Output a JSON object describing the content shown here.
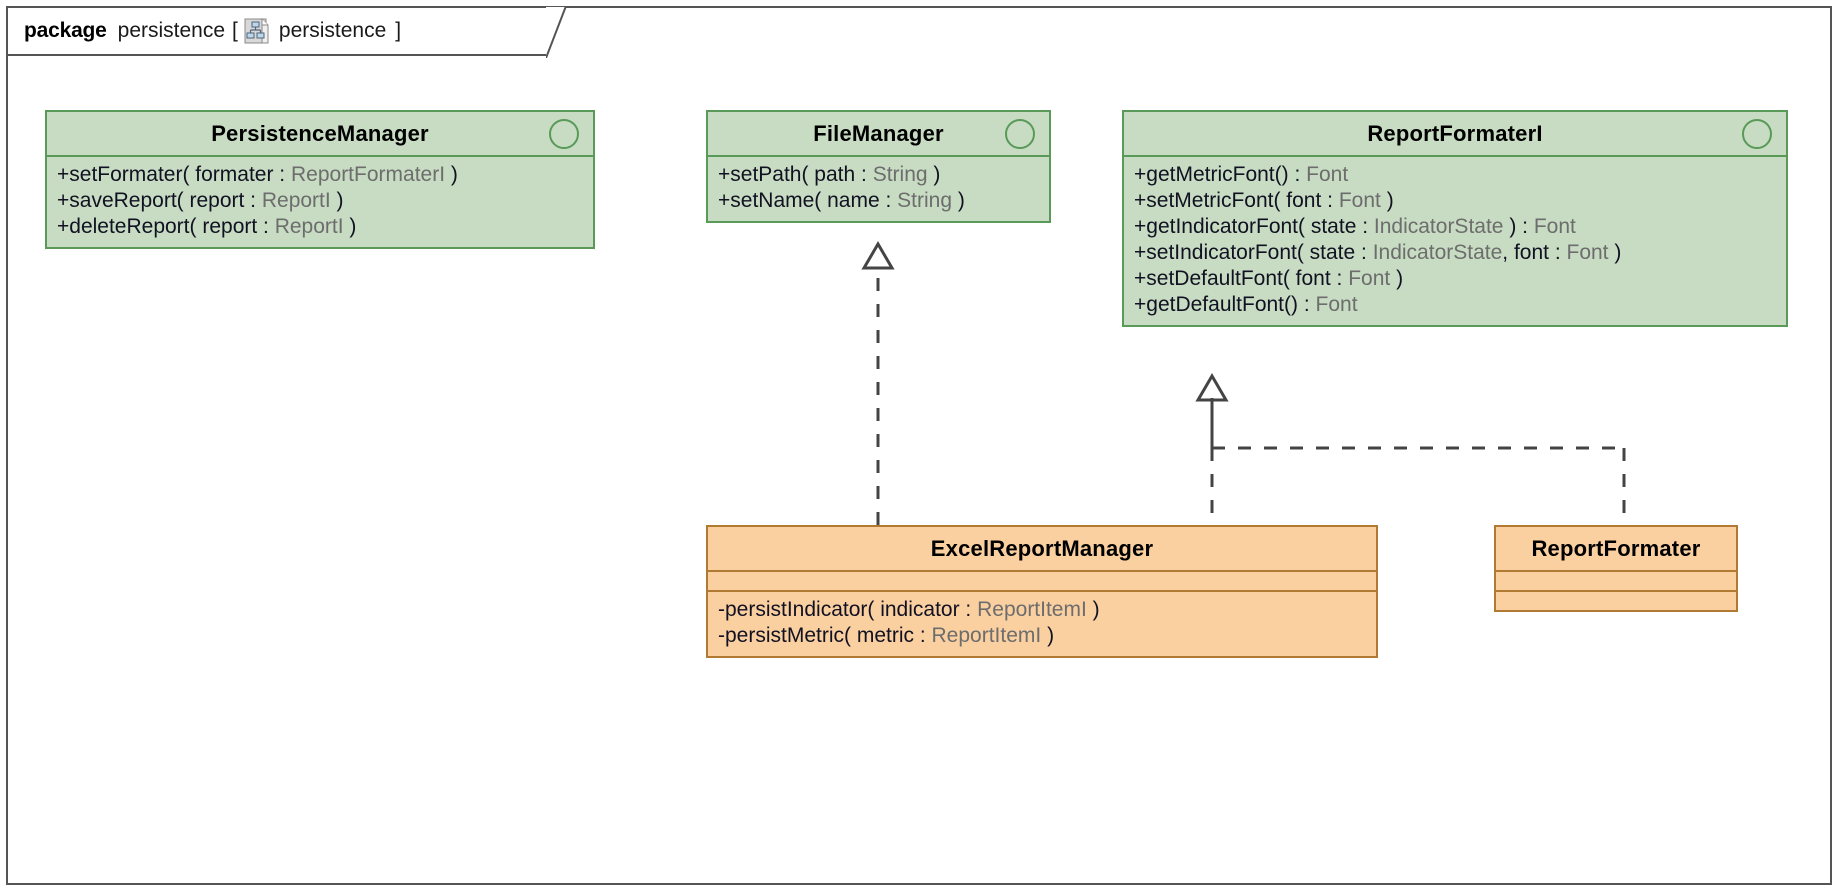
{
  "diagram": {
    "type": "uml-class-diagram",
    "package": {
      "keyword": "package",
      "name": "persistence",
      "bracket_open": "[",
      "icon": "package-tree-icon",
      "reference": "persistence",
      "bracket_close": "]"
    },
    "colors": {
      "interface_fill": "#c7dcc2",
      "interface_border": "#5a9a58",
      "class_fill": "#fbd0a0",
      "class_border": "#b07a33",
      "connector": "#444444",
      "frame_border": "#555555",
      "type_text": "#6d6d6d",
      "member_text": "#111122"
    },
    "classes": [
      {
        "id": "persistence-manager",
        "name": "PersistenceManager",
        "stereotype": "interface",
        "kind": "interface",
        "has_interface_marker": true,
        "attributes": [],
        "operations": [
          {
            "text": "+setFormater( formater : ReportFormaterI )",
            "visibility": "+",
            "name": "setFormater",
            "param_name": "formater",
            "param_type": "ReportFormaterI"
          },
          {
            "text": "+saveReport( report : ReportI )",
            "visibility": "+",
            "name": "saveReport",
            "param_name": "report",
            "param_type": "ReportI"
          },
          {
            "text": "+deleteReport( report : ReportI )",
            "visibility": "+",
            "name": "deleteReport",
            "param_name": "report",
            "param_type": "ReportI"
          }
        ]
      },
      {
        "id": "file-manager",
        "name": "FileManager",
        "stereotype": "interface",
        "kind": "interface",
        "has_interface_marker": true,
        "attributes": [],
        "operations": [
          {
            "text": "+setPath( path : String )",
            "visibility": "+",
            "name": "setPath",
            "param_name": "path",
            "param_type": "String"
          },
          {
            "text": "+setName( name : String )",
            "visibility": "+",
            "name": "setName",
            "param_name": "name",
            "param_type": "String"
          }
        ]
      },
      {
        "id": "report-formater-i",
        "name": "ReportFormaterI",
        "stereotype": "interface",
        "kind": "interface",
        "has_interface_marker": true,
        "attributes": [],
        "operations": [
          {
            "text": "+getMetricFont() : Font",
            "visibility": "+",
            "name": "getMetricFont",
            "return_type": "Font"
          },
          {
            "text": "+setMetricFont( font : Font )",
            "visibility": "+",
            "name": "setMetricFont",
            "param_name": "font",
            "param_type": "Font"
          },
          {
            "text": "+getIndicatorFont( state : IndicatorState ) : Font",
            "visibility": "+",
            "name": "getIndicatorFont",
            "param_name": "state",
            "param_type": "IndicatorState",
            "return_type": "Font"
          },
          {
            "text": "+setIndicatorFont( state : IndicatorState, font : Font )",
            "visibility": "+",
            "name": "setIndicatorFont"
          },
          {
            "text": "+setDefaultFont( font : Font )",
            "visibility": "+",
            "name": "setDefaultFont",
            "param_name": "font",
            "param_type": "Font"
          },
          {
            "text": "+getDefaultFont() : Font",
            "visibility": "+",
            "name": "getDefaultFont",
            "return_type": "Font"
          }
        ]
      },
      {
        "id": "excel-report-manager",
        "name": "ExcelReportManager",
        "kind": "class",
        "has_interface_marker": false,
        "attributes": [],
        "operations": [
          {
            "text": "-persistIndicator( indicator : ReportItemI )",
            "visibility": "-",
            "name": "persistIndicator",
            "param_name": "indicator",
            "param_type": "ReportItemI"
          },
          {
            "text": "-persistMetric( metric : ReportItemI )",
            "visibility": "-",
            "name": "persistMetric",
            "param_name": "metric",
            "param_type": "ReportItemI"
          }
        ]
      },
      {
        "id": "report-formater",
        "name": "ReportFormater",
        "kind": "class",
        "has_interface_marker": false,
        "attributes": [],
        "operations": []
      }
    ],
    "relationships": [
      {
        "type": "realization",
        "source": "ExcelReportManager",
        "target": "FileManager",
        "line_style": "dashed",
        "arrowhead": "hollow-triangle"
      },
      {
        "type": "realization",
        "source": "ExcelReportManager",
        "target": "ReportFormaterI",
        "line_style": "dashed",
        "arrowhead": "hollow-triangle"
      },
      {
        "type": "realization",
        "source": "ReportFormater",
        "target": "ReportFormaterI",
        "line_style": "dashed",
        "arrowhead": "hollow-triangle"
      }
    ]
  }
}
